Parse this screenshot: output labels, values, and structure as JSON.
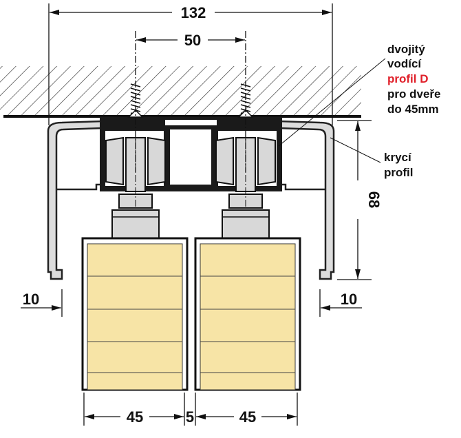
{
  "dimensions": {
    "overall_width": "132",
    "screw_spacing": "50",
    "height": "68",
    "left_overhang": "10",
    "right_overhang": "10",
    "door_left": "45",
    "door_gap": "5",
    "door_right": "45"
  },
  "labels": {
    "track_line1": "dvojitý",
    "track_line2": "vodící",
    "track_line3": "profil D",
    "track_line4": "pro dveře",
    "track_line5": "do 45mm",
    "cover_line1": "krycí",
    "cover_line2": "profil"
  },
  "colors": {
    "highlight": "#e0202a",
    "door_fill": "#f7e4a6",
    "metal": "#d8d8d8"
  }
}
